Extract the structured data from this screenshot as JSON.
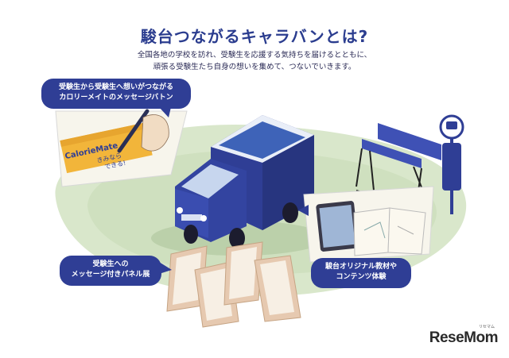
{
  "header": {
    "title": "駿台つながるキャラバンとは?",
    "desc_line1": "全国各地の学校を訪れ、受験生を応援する気持ちを届けるとともに、",
    "desc_line2": "頑張る受験生たち自身の想いを集めて、つないでいきます。"
  },
  "callouts": {
    "baton_line1": "受験生から受験生へ想いがつながる",
    "baton_line2": "カロリーメイトのメッセージバトン",
    "panel_line1": "受験生への",
    "panel_line2": "メッセージ付きパネル展",
    "content_line1": "駿台オリジナル教材や",
    "content_line2": "コンテンツ体験"
  },
  "illustration_text": {
    "box_brand": "CalorieMate",
    "box_message_1": "きみなら",
    "box_message_2": "できる!"
  },
  "watermark": {
    "logo": "ReseMom",
    "logo_sub": "リセマム"
  },
  "colors": {
    "navy": "#2f3e95",
    "title": "#2b3d8f",
    "grass": "#d6e5c8",
    "box_yellow": "#f2b53a",
    "panel": "#e6c9b0"
  },
  "icons": [
    "pen-icon",
    "truck-illustration",
    "bench-icon",
    "bus-stop-sign-icon",
    "tablet-icon",
    "book-icon"
  ]
}
